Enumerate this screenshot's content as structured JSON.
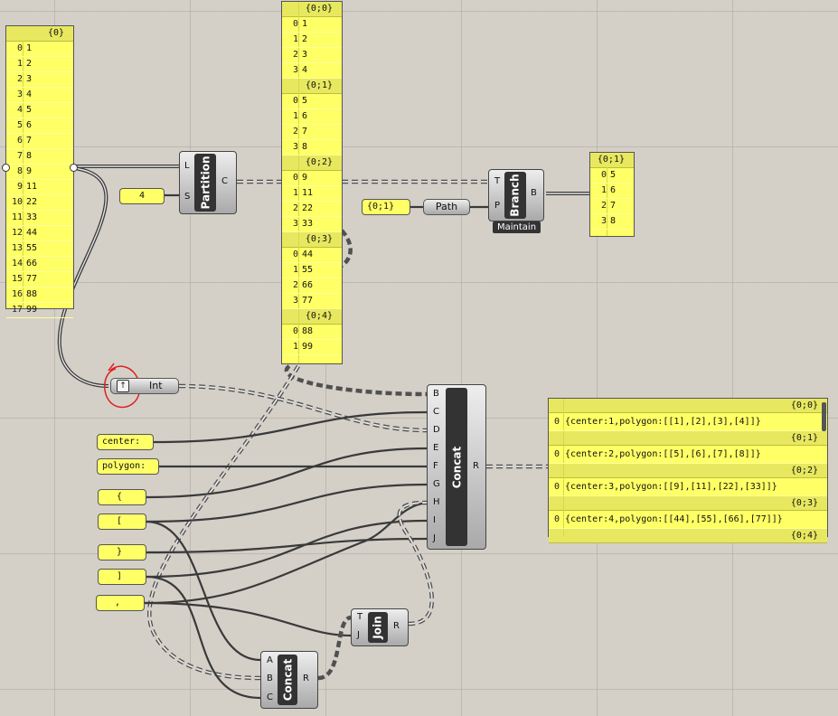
{
  "list_panel": {
    "header": "{0}",
    "items": [
      {
        "i": "0",
        "v": "1"
      },
      {
        "i": "1",
        "v": "2"
      },
      {
        "i": "2",
        "v": "3"
      },
      {
        "i": "3",
        "v": "4"
      },
      {
        "i": "4",
        "v": "5"
      },
      {
        "i": "5",
        "v": "6"
      },
      {
        "i": "6",
        "v": "7"
      },
      {
        "i": "7",
        "v": "8"
      },
      {
        "i": "8",
        "v": "9"
      },
      {
        "i": "9",
        "v": "11"
      },
      {
        "i": "10",
        "v": "22"
      },
      {
        "i": "11",
        "v": "33"
      },
      {
        "i": "12",
        "v": "44"
      },
      {
        "i": "13",
        "v": "55"
      },
      {
        "i": "14",
        "v": "66"
      },
      {
        "i": "15",
        "v": "77"
      },
      {
        "i": "16",
        "v": "88"
      },
      {
        "i": "17",
        "v": "99"
      }
    ]
  },
  "size_panel": {
    "value": "4"
  },
  "partition": {
    "name": "Partition",
    "in_l": "L",
    "in_s": "S",
    "out": "C"
  },
  "tree_panel": {
    "branches": [
      {
        "header": "{0;0}",
        "items": [
          {
            "i": "0",
            "v": "1"
          },
          {
            "i": "1",
            "v": "2"
          },
          {
            "i": "2",
            "v": "3"
          },
          {
            "i": "3",
            "v": "4"
          }
        ]
      },
      {
        "header": "{0;1}",
        "items": [
          {
            "i": "0",
            "v": "5"
          },
          {
            "i": "1",
            "v": "6"
          },
          {
            "i": "2",
            "v": "7"
          },
          {
            "i": "3",
            "v": "8"
          }
        ]
      },
      {
        "header": "{0;2}",
        "items": [
          {
            "i": "0",
            "v": "9"
          },
          {
            "i": "1",
            "v": "11"
          },
          {
            "i": "2",
            "v": "22"
          },
          {
            "i": "3",
            "v": "33"
          }
        ]
      },
      {
        "header": "{0;3}",
        "items": [
          {
            "i": "0",
            "v": "44"
          },
          {
            "i": "1",
            "v": "55"
          },
          {
            "i": "2",
            "v": "66"
          },
          {
            "i": "3",
            "v": "77"
          }
        ]
      },
      {
        "header": "{0;4}",
        "items": [
          {
            "i": "0",
            "v": "88"
          },
          {
            "i": "1",
            "v": "99"
          }
        ]
      }
    ]
  },
  "path_panel": {
    "value": "{0;1}"
  },
  "path_param": {
    "label": "Path"
  },
  "branch": {
    "name": "Branch",
    "in_t": "T",
    "in_p": "P",
    "out": "B",
    "tag": "Maintain"
  },
  "branch_out_panel": {
    "header": "{0;1}",
    "items": [
      {
        "i": "0",
        "v": "5"
      },
      {
        "i": "1",
        "v": "6"
      },
      {
        "i": "2",
        "v": "7"
      },
      {
        "i": "3",
        "v": "8"
      }
    ]
  },
  "int_param": {
    "label": "Int"
  },
  "strings": {
    "center": "center:",
    "polygon": "polygon:",
    "lbrace": "{",
    "lbracket": "[",
    "rbrace": "}",
    "rbracket": "]",
    "comma": ","
  },
  "concat_main": {
    "name": "Concat",
    "inputs": [
      "B",
      "C",
      "D",
      "E",
      "F",
      "G",
      "H",
      "I",
      "J"
    ],
    "out": "R"
  },
  "join": {
    "name": "Join",
    "in_t": "T",
    "in_j": "J",
    "out": "R"
  },
  "concat_small": {
    "name": "Concat",
    "inputs": [
      "A",
      "B",
      "C"
    ],
    "out": "R"
  },
  "result_panel": {
    "branches": [
      {
        "header": "{0;0}",
        "i": "0",
        "v": "{center:1,polygon:[[1],[2],[3],[4]]}"
      },
      {
        "header": "{0;1}",
        "i": "0",
        "v": "{center:2,polygon:[[5],[6],[7],[8]]}"
      },
      {
        "header": "{0;2}",
        "i": "0",
        "v": "{center:3,polygon:[[9],[11],[22],[33]]}"
      },
      {
        "header": "{0;3}",
        "i": "0",
        "v": "{center:4,polygon:[[44],[55],[66],[77]]}"
      },
      {
        "header": "{0;4}"
      }
    ]
  },
  "colors": {
    "canvas": "#d4d0c8",
    "panel": "#ffff66",
    "component_dark": "#333333",
    "annotation": "#e02020"
  }
}
